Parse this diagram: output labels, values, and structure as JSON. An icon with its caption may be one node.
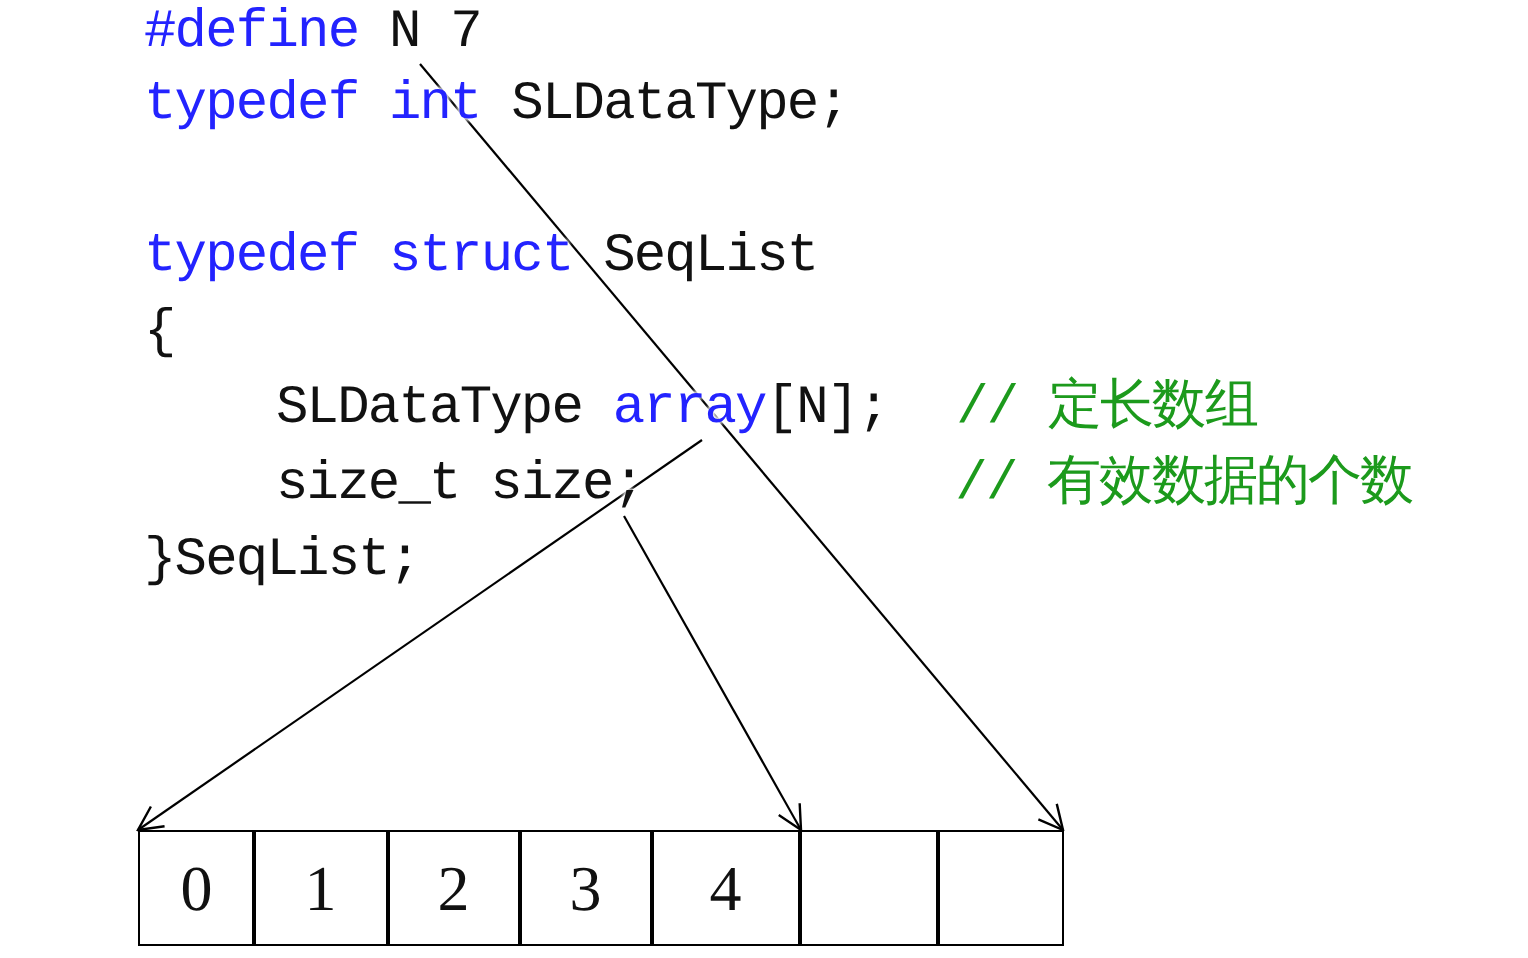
{
  "diagram": {
    "nodes": [
      {
        "text": [
          "#define N 7"
        ]
      },
      {
        "text": [
          "SLDataType array[N];",
          "// 定长数组"
        ]
      },
      {
        "text": [
          "size_t size;",
          "// 有效数据的个数"
        ]
      },
      {
        "text": [
          "0"
        ]
      },
      {
        "text": [
          "1"
        ]
      },
      {
        "text": [
          "2"
        ]
      },
      {
        "text": [
          "3"
        ]
      },
      {
        "text": [
          "4"
        ]
      },
      {
        "text": [],
        "shape": "box"
      },
      {
        "text": [],
        "shape": "box"
      }
    ],
    "edges": [
      {
        "from": 0,
        "to": 9,
        "arrow": "to"
      },
      {
        "from": 1,
        "to": 3,
        "arrow": "to"
      },
      {
        "from": 2,
        "to": 7,
        "arrow": "to"
      }
    ],
    "labels": [
      "typedef int SLDataType;",
      "typedef struct SeqList",
      "{",
      "}SeqList;"
    ]
  }
}
